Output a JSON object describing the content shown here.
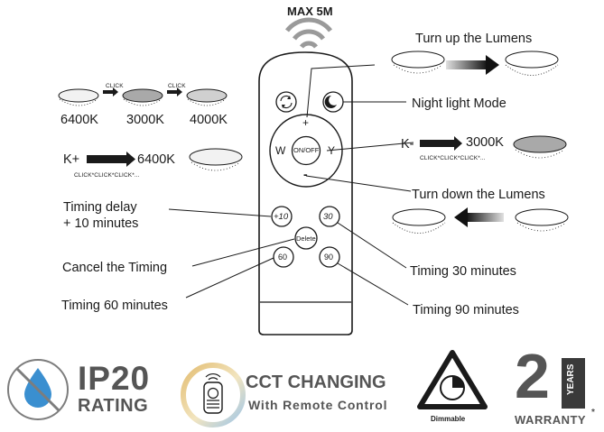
{
  "header": {
    "range": "MAX 5M"
  },
  "remote": {
    "plus": "+",
    "minus": "-",
    "w_key": "W",
    "y_key": "Y",
    "onoff": "ON/OFF",
    "timer_10": "+10",
    "timer_30": "30",
    "delete": "Delete",
    "timer_60": "60",
    "timer_90": "90"
  },
  "left": {
    "temps": [
      "6400K",
      "3000K",
      "4000K"
    ],
    "click": "CLICK",
    "k_plus": "K+",
    "k_plus_result": "6400K",
    "k_plus_clicks": "CLICK*CLICK*CLICK*...",
    "timing_delay_line1": "Timing delay",
    "timing_delay_line2": "+ 10 minutes",
    "cancel_timing": "Cancel the Timing",
    "timing_60": "Timing 60 minutes"
  },
  "right": {
    "turn_up": "Turn up the Lumens",
    "night_mode": "Night light Mode",
    "k_minus": "K-",
    "k_minus_result": "3000K",
    "k_minus_clicks": "CLICK*CLICK*CLICK*...",
    "turn_down": "Turn down the Lumens",
    "timing_30": "Timing 30 minutes",
    "timing_90": "Timing 90 minutes"
  },
  "badges": {
    "ip_main": "IP20",
    "ip_sub": "RATING",
    "cct_main": "CCT CHANGING",
    "cct_sub": "With Remote Control",
    "dimmable": "Dimmable",
    "warranty_num": "2",
    "warranty_years": "YEARS",
    "warranty_label": "WARRANTY",
    "warranty_mark": "*"
  },
  "colors": {
    "ink": "#1a1a1a",
    "lamp_light": "#f2f2f2",
    "lamp_dark": "#a9a9a9",
    "ip_drop": "#3a8fd0",
    "cct_gold": "#e3bd72",
    "cct_blue": "#9fc6e8"
  }
}
